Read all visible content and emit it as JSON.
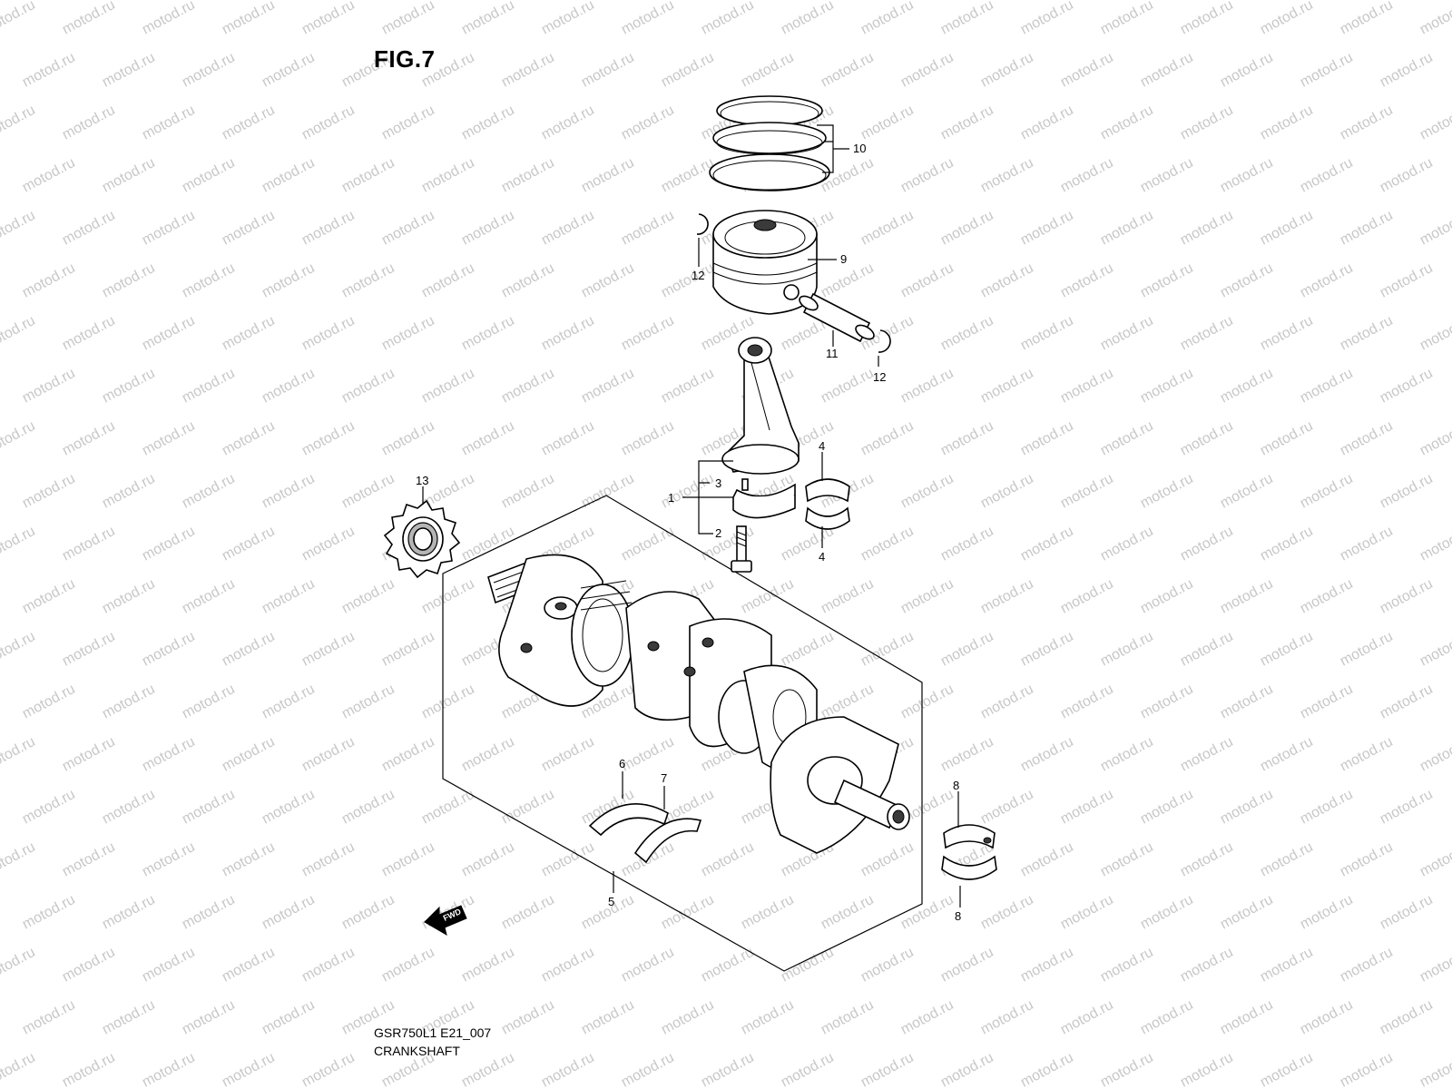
{
  "figure": {
    "title": "FIG.7",
    "model_code": "GSR750L1 E21_007",
    "section_name": "CRANKSHAFT"
  },
  "watermark": {
    "text": "motod.ru",
    "color": "#c8c8c8"
  },
  "fwd_label": "FWD",
  "callouts": {
    "c1": "1",
    "c2": "2",
    "c3": "3",
    "c4a": "4",
    "c4b": "4",
    "c5": "5",
    "c6": "6",
    "c7": "7",
    "c8a": "8",
    "c8b": "8",
    "c9": "9",
    "c10": "10",
    "c11": "11",
    "c12a": "12",
    "c12b": "12",
    "c13": "13"
  }
}
